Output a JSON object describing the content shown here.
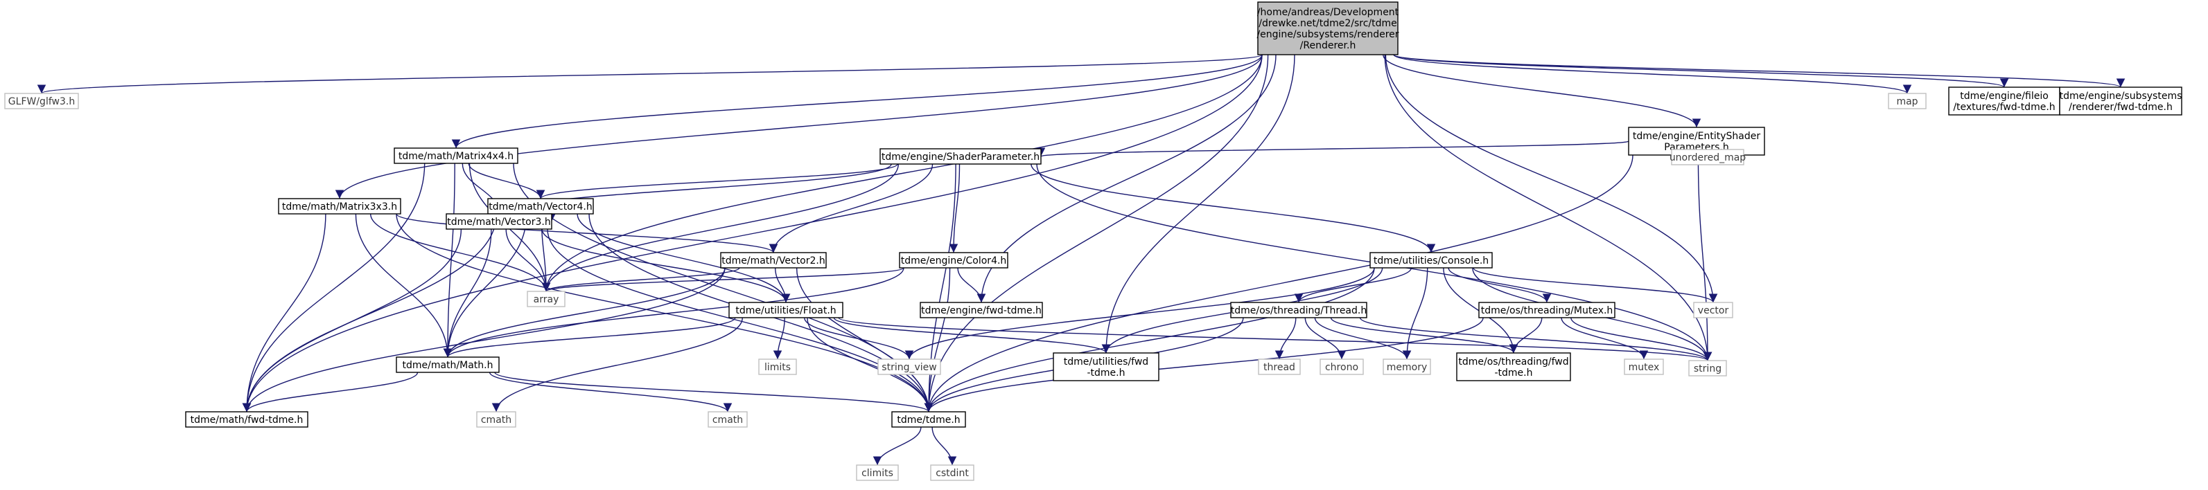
{
  "graph": {
    "edge_color": "#191970",
    "root_fill": "#bfbfbf",
    "nodes": [
      {
        "id": "renderer",
        "kind": "root",
        "lines": [
          "/home/andreas/Development",
          "/drewke.net/tdme2/src/tdme",
          "/engine/subsystems/renderer",
          "/Renderer.h"
        ]
      },
      {
        "id": "glfw",
        "kind": "ext",
        "lines": [
          "GLFW/glfw3.h"
        ]
      },
      {
        "id": "matrix4x4",
        "kind": "hdr",
        "lines": [
          "tdme/math/Matrix4x4.h"
        ]
      },
      {
        "id": "entityshader",
        "kind": "hdr",
        "lines": [
          "tdme/engine/EntityShader",
          "Parameters.h"
        ]
      },
      {
        "id": "map",
        "kind": "ext",
        "lines": [
          "map"
        ]
      },
      {
        "id": "fileio",
        "kind": "hdr",
        "lines": [
          "tdme/engine/fileio",
          "/textures/fwd-tdme.h"
        ]
      },
      {
        "id": "subsys",
        "kind": "hdr",
        "lines": [
          "tdme/engine/subsystems",
          "/renderer/fwd-tdme.h"
        ]
      },
      {
        "id": "unordered_map",
        "kind": "ext",
        "lines": [
          "unordered_map"
        ]
      },
      {
        "id": "shaderparam",
        "kind": "hdr",
        "lines": [
          "tdme/engine/ShaderParameter.h"
        ]
      },
      {
        "id": "matrix3x3",
        "kind": "hdr",
        "lines": [
          "tdme/math/Matrix3x3.h"
        ]
      },
      {
        "id": "vector4",
        "kind": "hdr",
        "lines": [
          "tdme/math/Vector4.h"
        ]
      },
      {
        "id": "vector3",
        "kind": "hdr",
        "lines": [
          "tdme/math/Vector3.h"
        ]
      },
      {
        "id": "vector2",
        "kind": "hdr",
        "lines": [
          "tdme/math/Vector2.h"
        ]
      },
      {
        "id": "color4",
        "kind": "hdr",
        "lines": [
          "tdme/engine/Color4.h"
        ]
      },
      {
        "id": "console",
        "kind": "hdr",
        "lines": [
          "tdme/utilities/Console.h"
        ]
      },
      {
        "id": "vector",
        "kind": "ext",
        "lines": [
          "vector"
        ]
      },
      {
        "id": "array",
        "kind": "ext",
        "lines": [
          "array"
        ]
      },
      {
        "id": "float",
        "kind": "hdr",
        "lines": [
          "tdme/utilities/Float.h"
        ]
      },
      {
        "id": "enginefwd",
        "kind": "hdr",
        "lines": [
          "tdme/engine/fwd-tdme.h"
        ]
      },
      {
        "id": "thread",
        "kind": "hdr",
        "lines": [
          "tdme/os/threading/Thread.h"
        ]
      },
      {
        "id": "mutex",
        "kind": "hdr",
        "lines": [
          "tdme/os/threading/Mutex.h"
        ]
      },
      {
        "id": "string",
        "kind": "ext",
        "lines": [
          "string"
        ]
      },
      {
        "id": "mathh",
        "kind": "hdr",
        "lines": [
          "tdme/math/Math.h"
        ]
      },
      {
        "id": "limits",
        "kind": "ext",
        "lines": [
          "limits"
        ]
      },
      {
        "id": "string_view",
        "kind": "ext",
        "lines": [
          "string_view"
        ]
      },
      {
        "id": "utilfwd",
        "kind": "hdr",
        "lines": [
          "tdme/utilities/fwd",
          "-tdme.h"
        ]
      },
      {
        "id": "threadext",
        "kind": "ext",
        "lines": [
          "thread"
        ]
      },
      {
        "id": "chrono",
        "kind": "ext",
        "lines": [
          "chrono"
        ]
      },
      {
        "id": "memory",
        "kind": "ext",
        "lines": [
          "memory"
        ]
      },
      {
        "id": "threadfwd",
        "kind": "hdr",
        "lines": [
          "tdme/os/threading/fwd",
          "-tdme.h"
        ]
      },
      {
        "id": "mutexext",
        "kind": "ext",
        "lines": [
          "mutex"
        ]
      },
      {
        "id": "mathfwd",
        "kind": "hdr",
        "lines": [
          "tdme/math/fwd-tdme.h"
        ]
      },
      {
        "id": "cmath_l",
        "kind": "ext",
        "lines": [
          "cmath"
        ]
      },
      {
        "id": "cmath_r",
        "kind": "ext",
        "lines": [
          "cmath"
        ]
      },
      {
        "id": "tdmeh",
        "kind": "hdr",
        "lines": [
          "tdme/tdme.h"
        ]
      },
      {
        "id": "climits",
        "kind": "ext",
        "lines": [
          "climits"
        ]
      },
      {
        "id": "cstdint",
        "kind": "ext",
        "lines": [
          "cstdint"
        ]
      }
    ],
    "edges": [
      [
        "renderer",
        "glfw"
      ],
      [
        "renderer",
        "matrix4x4"
      ],
      [
        "renderer",
        "matrix3x3"
      ],
      [
        "renderer",
        "mathfwd"
      ],
      [
        "renderer",
        "array"
      ],
      [
        "renderer",
        "enginefwd"
      ],
      [
        "renderer",
        "utilfwd"
      ],
      [
        "renderer",
        "entityshader"
      ],
      [
        "renderer",
        "map"
      ],
      [
        "renderer",
        "fileio"
      ],
      [
        "renderer",
        "subsys"
      ],
      [
        "renderer",
        "vector"
      ],
      [
        "renderer",
        "string"
      ],
      [
        "renderer",
        "tdmeh"
      ],
      [
        "entityshader",
        "shaderparam"
      ],
      [
        "entityshader",
        "unordered_map"
      ],
      [
        "entityshader",
        "string"
      ],
      [
        "entityshader",
        "tdmeh"
      ],
      [
        "matrix4x4",
        "vector4"
      ],
      [
        "matrix4x4",
        "vector3"
      ],
      [
        "matrix4x4",
        "mathh"
      ],
      [
        "matrix4x4",
        "mathfwd"
      ],
      [
        "matrix4x4",
        "array"
      ],
      [
        "matrix4x4",
        "tdmeh"
      ],
      [
        "matrix3x3",
        "vector2"
      ],
      [
        "matrix3x3",
        "mathh"
      ],
      [
        "matrix3x3",
        "mathfwd"
      ],
      [
        "matrix3x3",
        "array"
      ],
      [
        "matrix3x3",
        "tdmeh"
      ],
      [
        "shaderparam",
        "vector4"
      ],
      [
        "shaderparam",
        "vector3"
      ],
      [
        "shaderparam",
        "vector2"
      ],
      [
        "shaderparam",
        "color4"
      ],
      [
        "shaderparam",
        "console"
      ],
      [
        "shaderparam",
        "array"
      ],
      [
        "shaderparam",
        "string"
      ],
      [
        "shaderparam",
        "tdmeh"
      ],
      [
        "vector4",
        "vector3"
      ],
      [
        "vector4",
        "mathh"
      ],
      [
        "vector4",
        "float"
      ],
      [
        "vector4",
        "array"
      ],
      [
        "vector4",
        "mathfwd"
      ],
      [
        "vector4",
        "tdmeh"
      ],
      [
        "vector3",
        "mathh"
      ],
      [
        "vector3",
        "float"
      ],
      [
        "vector3",
        "array"
      ],
      [
        "vector3",
        "mathfwd"
      ],
      [
        "vector3",
        "tdmeh"
      ],
      [
        "vector2",
        "mathh"
      ],
      [
        "vector2",
        "float"
      ],
      [
        "vector2",
        "array"
      ],
      [
        "vector2",
        "mathfwd"
      ],
      [
        "vector2",
        "tdmeh"
      ],
      [
        "color4",
        "array"
      ],
      [
        "color4",
        "enginefwd"
      ],
      [
        "color4",
        "mathh"
      ],
      [
        "color4",
        "tdmeh"
      ],
      [
        "console",
        "thread"
      ],
      [
        "console",
        "mutex"
      ],
      [
        "console",
        "utilfwd"
      ],
      [
        "console",
        "string_view"
      ],
      [
        "console",
        "vector"
      ],
      [
        "console",
        "string"
      ],
      [
        "console",
        "memory"
      ],
      [
        "console",
        "threadfwd"
      ],
      [
        "console",
        "tdmeh"
      ],
      [
        "float",
        "mathh"
      ],
      [
        "float",
        "limits"
      ],
      [
        "float",
        "string_view"
      ],
      [
        "float",
        "utilfwd"
      ],
      [
        "float",
        "cmath_l"
      ],
      [
        "float",
        "string"
      ],
      [
        "float",
        "tdmeh"
      ],
      [
        "thread",
        "threadext"
      ],
      [
        "thread",
        "chrono"
      ],
      [
        "thread",
        "memory"
      ],
      [
        "thread",
        "threadfwd"
      ],
      [
        "thread",
        "string"
      ],
      [
        "thread",
        "tdmeh"
      ],
      [
        "mutex",
        "mutexext"
      ],
      [
        "mutex",
        "threadfwd"
      ],
      [
        "mutex",
        "string"
      ],
      [
        "mutex",
        "tdmeh"
      ],
      [
        "mathh",
        "cmath_r"
      ],
      [
        "mathh",
        "mathfwd"
      ],
      [
        "mathh",
        "tdmeh"
      ],
      [
        "tdmeh",
        "climits"
      ],
      [
        "tdmeh",
        "cstdint"
      ]
    ]
  }
}
